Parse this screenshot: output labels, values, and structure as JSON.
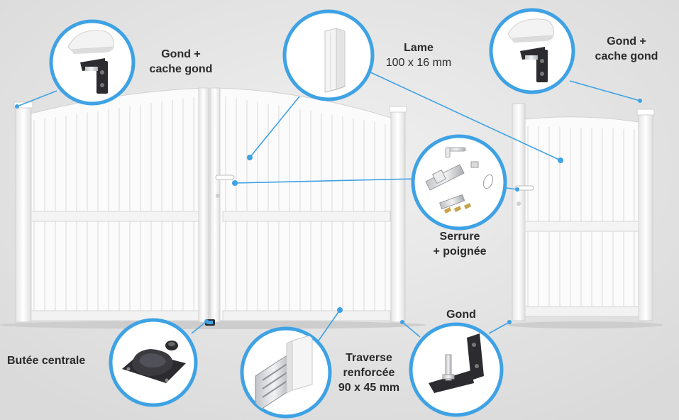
{
  "colors": {
    "background": "#e4e4e4",
    "accent": "#3ea2e4",
    "gate": "#f7f7f7",
    "gate_shadow": "#cfcfcf",
    "text": "#2a2a2a",
    "metal_dark": "#2c2c30"
  },
  "labels": {
    "gond_cache_left": [
      "Gond +",
      "cache gond"
    ],
    "lame_title": "Lame",
    "lame_size": "100 x 16 mm",
    "gond_cache_right": [
      "Gond +",
      "cache gond"
    ],
    "serrure": [
      "Serrure",
      "+ poignée"
    ],
    "gond": "Gond",
    "butee": "Butée centrale",
    "traverse": [
      "Traverse",
      "renforcée",
      "90 x 45 mm"
    ]
  },
  "callouts": [
    {
      "id": "gond-cache-left",
      "icon": "hinge-with-cover-icon"
    },
    {
      "id": "lame",
      "icon": "slat-profile-icon"
    },
    {
      "id": "gond-cache-right",
      "icon": "hinge-with-cover-icon"
    },
    {
      "id": "serrure",
      "icon": "lock-and-handle-icon"
    },
    {
      "id": "butee",
      "icon": "central-stop-icon"
    },
    {
      "id": "traverse",
      "icon": "reinforced-rail-icon"
    },
    {
      "id": "gond",
      "icon": "hinge-icon"
    }
  ]
}
